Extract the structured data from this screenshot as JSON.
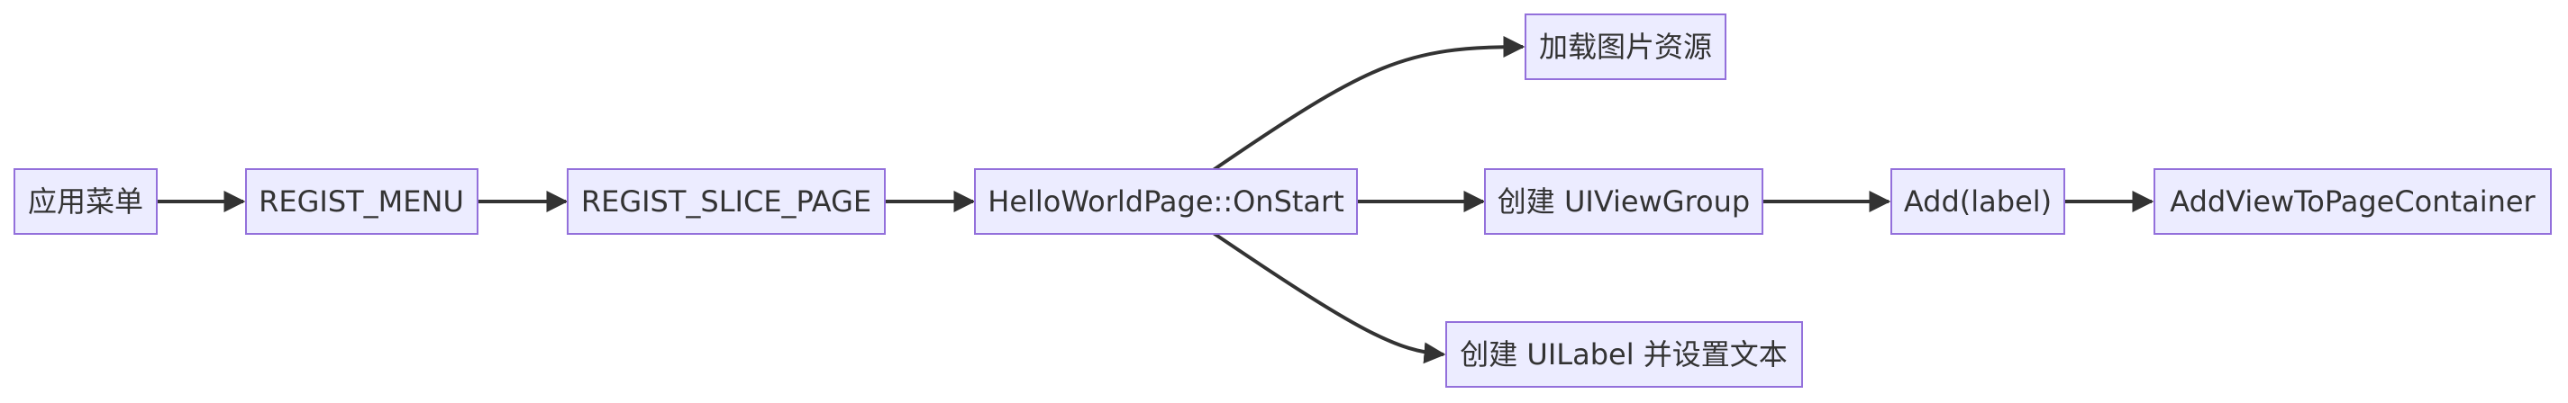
{
  "diagram": {
    "type": "flowchart",
    "direction": "left-to-right",
    "colors": {
      "node_fill": "#ECECFF",
      "node_border": "#9370DB",
      "text": "#333333",
      "edge": "#333333"
    },
    "nodes": [
      {
        "id": "app_menu",
        "label": "应用菜单"
      },
      {
        "id": "regist_menu",
        "label": "REGIST_MENU"
      },
      {
        "id": "regist_slice_page",
        "label": "REGIST_SLICE_PAGE"
      },
      {
        "id": "onstart",
        "label": "HelloWorldPage::OnStart"
      },
      {
        "id": "load_images",
        "label": "加载图片资源"
      },
      {
        "id": "create_viewgroup",
        "label": "创建 UIViewGroup"
      },
      {
        "id": "create_label",
        "label": "创建 UILabel 并设置文本"
      },
      {
        "id": "add_label",
        "label": "Add(label)"
      },
      {
        "id": "add_view",
        "label": "AddViewToPageContainer"
      }
    ],
    "edges": [
      {
        "from": "app_menu",
        "to": "regist_menu"
      },
      {
        "from": "regist_menu",
        "to": "regist_slice_page"
      },
      {
        "from": "regist_slice_page",
        "to": "onstart"
      },
      {
        "from": "onstart",
        "to": "load_images"
      },
      {
        "from": "onstart",
        "to": "create_viewgroup"
      },
      {
        "from": "onstart",
        "to": "create_label"
      },
      {
        "from": "create_viewgroup",
        "to": "add_label"
      },
      {
        "from": "add_label",
        "to": "add_view"
      }
    ]
  }
}
